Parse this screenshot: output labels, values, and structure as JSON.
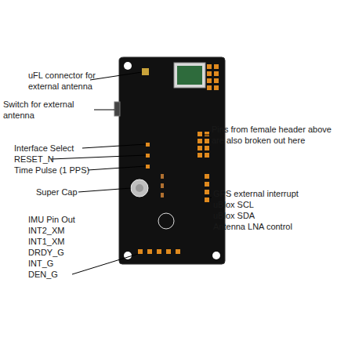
{
  "diagram": {
    "labels": [
      "uFL connector for external antenna",
      "Switch for external antenna",
      "Interface Select",
      "RESET_N",
      "Time Pulse (1 PPS)",
      "Super Cap",
      "IMU Pin Out",
      "INT2_XM",
      "INT1_XM",
      "DRDY_G",
      "INT_G",
      "DEN_G",
      "Pins from female header above are also broken out here",
      "GPS external interrupt",
      "uBlox SCL",
      "uBlox SDA",
      "Antenna LNA control"
    ]
  }
}
